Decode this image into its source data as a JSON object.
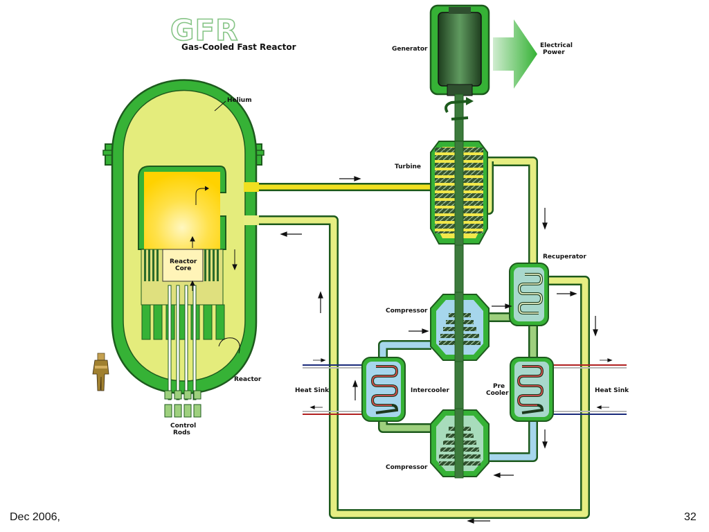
{
  "logo": {
    "letters": "GFR",
    "subtitle": "Gas-Cooled Fast Reactor"
  },
  "labels": {
    "generator": "Generator",
    "electrical_power_1": "Electrical",
    "electrical_power_2": "Power",
    "helium": "Helium",
    "turbine": "Turbine",
    "reactor_core_1": "Reactor",
    "reactor_core_2": "Core",
    "recuperator": "Recuperator",
    "compressor_upper": "Compressor",
    "compressor_lower": "Compressor",
    "reactor": "Reactor",
    "heat_sink_left": "Heat Sink",
    "intercooler": "Intercooler",
    "precooler_1": "Pre",
    "precooler_2": "Cooler",
    "heat_sink_right": "Heat Sink",
    "control_rods_1": "Control",
    "control_rods_2": "Rods"
  },
  "footer": {
    "left": "Dec 2006,",
    "page_number": "32"
  },
  "colors": {
    "vessel_green": "#36b236",
    "vessel_outline": "#1d5a1d",
    "helium_yellow": "#e4ec7c",
    "pipe_yellow": "#e6ee82",
    "core_yellow": "#ffd700",
    "cooler_blue": "#a6d6ec",
    "shaft": "#3c7a3c"
  }
}
